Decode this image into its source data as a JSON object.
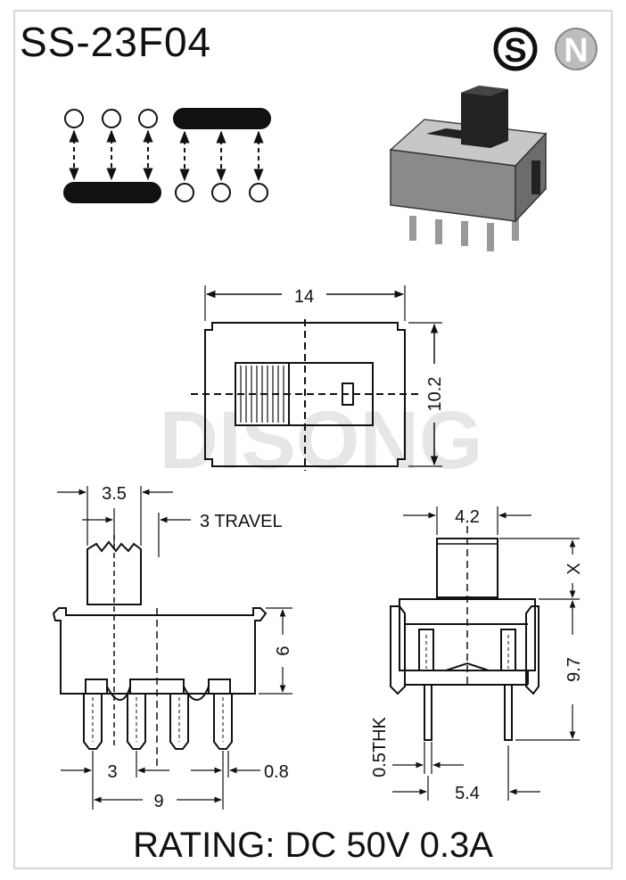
{
  "header": {
    "model": "SS-23F04",
    "logo_letters": [
      "S",
      "N"
    ],
    "logo_icons": [
      "logo-s-circle-icon",
      "logo-n-circle-icon"
    ]
  },
  "watermark": {
    "text": "DISONG"
  },
  "top_view": {
    "width_label": "14",
    "height_label": "10.2"
  },
  "side_view": {
    "actuator_width_label": "3.5",
    "travel_label": "3 TRAVEL",
    "body_height_label": "6",
    "pin_pitch_label": "3",
    "pin_thickness_label": "0.8",
    "pin_span_label": "9"
  },
  "end_view": {
    "actuator_width_label": "4.2",
    "actuator_height_label": "X",
    "overall_height_label": "9.7",
    "terminal_thickness_label": "0.5THK",
    "terminal_span_label": "5.4"
  },
  "footer": {
    "rating": "RATING: DC 50V 0.3A"
  },
  "colors": {
    "line": "#111111",
    "body_gray": "#8a8a8a",
    "watermark": "#e6e6e6"
  }
}
